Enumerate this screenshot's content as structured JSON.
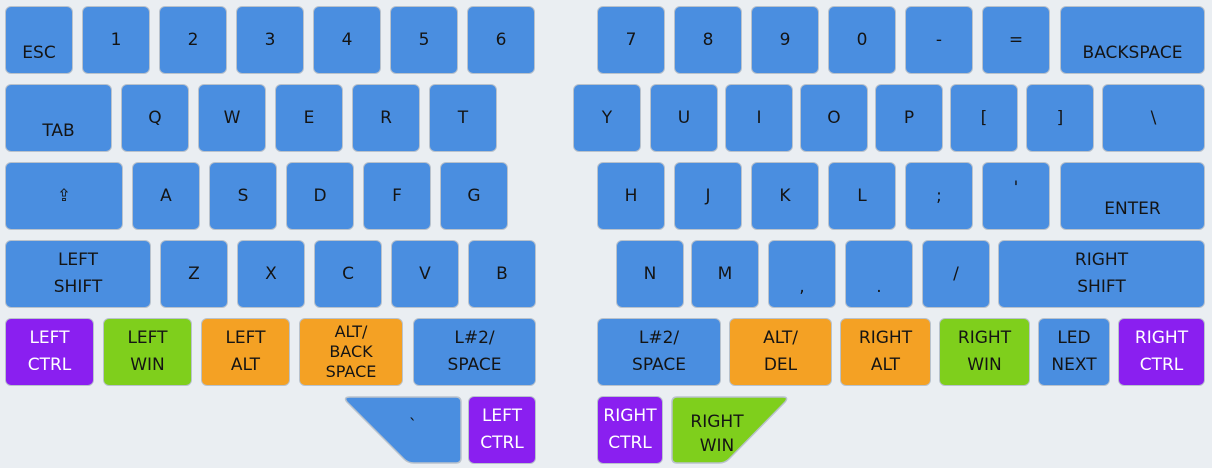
{
  "colors": {
    "blue": "#4a8ee0",
    "purple": "#8a1ff0",
    "green": "#7fcf1c",
    "orange": "#f4a124",
    "background": "#eaeef2"
  },
  "left": {
    "row1": [
      "ESC",
      "1",
      "2",
      "3",
      "4",
      "5",
      "6"
    ],
    "row2": [
      "TAB",
      "Q",
      "W",
      "E",
      "R",
      "T"
    ],
    "row3": [
      "⇪",
      "A",
      "S",
      "D",
      "F",
      "G"
    ],
    "row4": [
      "LEFT\nSHIFT",
      "Z",
      "X",
      "C",
      "V",
      "B"
    ],
    "row5": [
      "LEFT\nCTRL",
      "LEFT\nWIN",
      "LEFT\nALT",
      "ALT/\nBACK\nSPACE",
      "L#2/\nSPACE"
    ],
    "row6": [
      "`",
      "LEFT\nCTRL"
    ]
  },
  "right": {
    "row1": [
      "7",
      "8",
      "9",
      "0",
      "-",
      "=",
      "BACKSPACE"
    ],
    "row2": [
      "Y",
      "U",
      "I",
      "O",
      "P",
      "[",
      "]",
      "\\"
    ],
    "row3": [
      "H",
      "J",
      "K",
      "L",
      ";",
      "'",
      "ENTER"
    ],
    "row4": [
      "N",
      "M",
      ",",
      ".",
      "/",
      "RIGHT\nSHIFT"
    ],
    "row5": [
      "L#2/\nSPACE",
      "ALT/\nDEL",
      "RIGHT\nALT",
      "RIGHT\nWIN",
      "LED\nNEXT",
      "RIGHT\nCTRL"
    ],
    "row6": [
      "RIGHT\nCTRL",
      "RIGHT\nWIN"
    ]
  }
}
